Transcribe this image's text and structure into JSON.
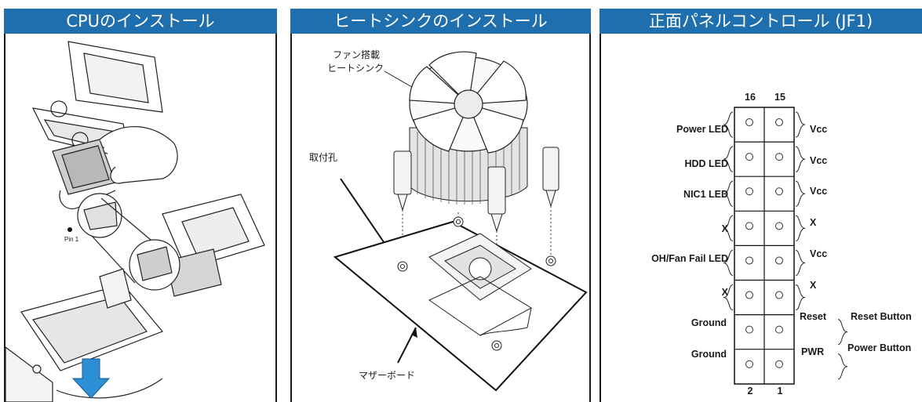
{
  "panels": {
    "cpu": {
      "title": "CPUのインストール",
      "pin_label": "Pin 1"
    },
    "heatsink": {
      "title": "ヒートシンクのインストール",
      "fan_label_line1": "ファン搭載",
      "fan_label_line2": "ヒートシンク",
      "mount_label": "取付孔",
      "board_label": "マザーボード"
    },
    "jf1": {
      "title": "正面パネルコントロール (JF1)",
      "top_pins": [
        "16",
        "15"
      ],
      "bottom_pins": [
        "2",
        "1"
      ],
      "left_labels": [
        "Power LED",
        "HDD LED",
        "NIC1 LED",
        "X",
        "OH/Fan Fail LED",
        "X",
        "Ground",
        "Ground"
      ],
      "right_labels": [
        "Vcc",
        "Vcc",
        "Vcc",
        "X",
        "Vcc",
        "X",
        "Reset",
        "PWR"
      ],
      "far_right_labels": [
        "Reset Button",
        "Power Button"
      ]
    }
  },
  "colors": {
    "header": "#1f6fae",
    "heatsink_arrow": "#2c8fd6"
  }
}
